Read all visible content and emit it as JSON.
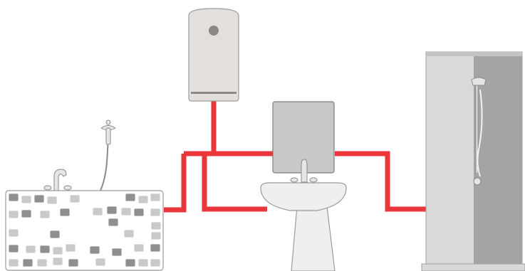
{
  "colors": {
    "pipe": "#e8363a",
    "heater_body": "#e2dfdd",
    "heater_stroke": "#9e9a98",
    "heater_band": "#8c8887",
    "mirror": "#c8c8c8",
    "mirror_stroke": "#7d7d7d",
    "sink": "#efefef",
    "sink_stroke": "#9b9b9b",
    "tub_stroke": "#9b9b9b",
    "tile_light": "#c9c9c9",
    "tile_dark": "#8f8f8f",
    "shower_frame": "#d9d9d9",
    "shower_glass": "#a4a4a4",
    "chrome": "#e6e6e6"
  },
  "diagram": {
    "components": [
      {
        "id": "water-heater",
        "icon": "boiler-icon"
      },
      {
        "id": "mirror",
        "icon": "mirror-icon"
      },
      {
        "id": "washbasin",
        "icon": "sink-icon"
      },
      {
        "id": "bathtub",
        "icon": "bathtub-icon"
      },
      {
        "id": "shower-cabin",
        "icon": "shower-icon"
      }
    ],
    "connections": [
      {
        "from": "water-heater",
        "to": "bathtub"
      },
      {
        "from": "water-heater",
        "to": "washbasin"
      },
      {
        "from": "water-heater",
        "to": "shower-cabin"
      }
    ]
  }
}
